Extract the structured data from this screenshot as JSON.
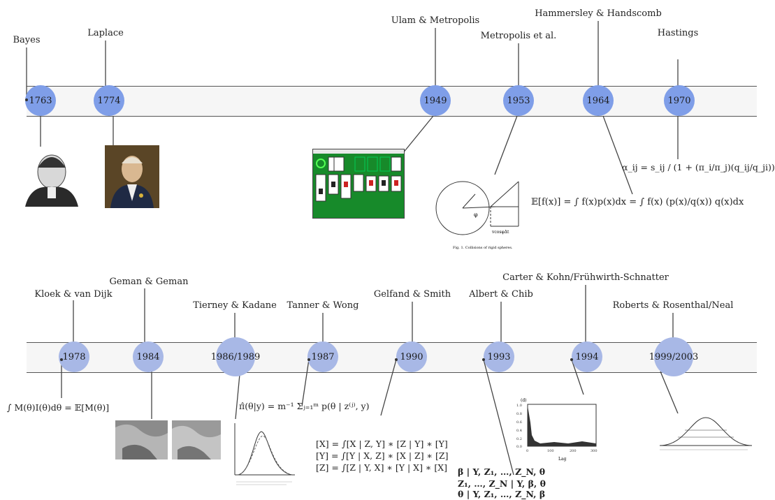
{
  "top_row": [
    {
      "label": "Bayes",
      "year": "1763"
    },
    {
      "label": "Laplace",
      "year": "1774"
    },
    {
      "label": "Ulam & Metropolis",
      "year": "1949"
    },
    {
      "label": "Metropolis et al.",
      "year": "1953"
    },
    {
      "label": "Hammersley & Handscomb",
      "year": "1964"
    },
    {
      "label": "Hastings",
      "year": "1970"
    }
  ],
  "bottom_row": [
    {
      "label": "Kloek & van Dijk",
      "year": "1978"
    },
    {
      "label": "Geman & Geman",
      "year": "1984"
    },
    {
      "label": "Tierney & Kadane",
      "year": "1986/1989"
    },
    {
      "label": "Tanner & Wong",
      "year": "1987"
    },
    {
      "label": "Gelfand & Smith",
      "year": "1990"
    },
    {
      "label": "Albert & Chib",
      "year": "1993"
    },
    {
      "label": "Carter & Kohn/Frühwirth-Schnatter",
      "year": "1994"
    },
    {
      "label": "Roberts & Rosenthal/Neal",
      "year": "1999/2003"
    }
  ],
  "equations": {
    "hastings_alpha": "α_ij = s_ij / (1 + (π_i/π_j)(q_ij/q_ji))",
    "importance": "𝔼[f(x)] = ∫ f(x)p(x)dx = ∫ f(x) (p(x)/q(x)) q(x)dx",
    "kloek": "∫ M(θ)I(θ)dθ = 𝔼[M(θ)]",
    "tierney": "π̂(θ|y) = m⁻¹ Σⱼ₌₁ᵐ p(θ | z⁽ʲ⁾, y)",
    "tanner_1": "[X] = ∫[X | Z, Y] ∗ [Z | Y] ∗ [Y]",
    "tanner_2": "[Y] = ∫[Y | X, Z] ∗ [X | Z] ∗ [Z]",
    "tanner_3": "[Z] = ∫[Z | Y, X] ∗ [Y | X] ∗ [X]",
    "albert_1": "β | Y, Z₁, …, Z_N, θ",
    "albert_2": "Z₁, …, Z_N | Y, β, θ",
    "albert_3": "θ | Y, Z₁, …, Z_N, β"
  },
  "figures": {
    "metropolis_caption": "Fig. 1. Collisions of rigid spheres.",
    "metropolis_angle": "φ",
    "metropolis_dist": "vcosφΔt",
    "acf_ylabel": "(d)",
    "acf_xlabel": "Lag",
    "acf_ticks_y": [
      "1.0",
      "0.8",
      "0.6",
      "0.4",
      "0.2",
      "0.0"
    ],
    "acf_ticks_x": [
      "0",
      "100",
      "200",
      "300"
    ]
  },
  "colors": {
    "node_top": "#7f9ee8",
    "node_bottom": "#a8b8e6",
    "band": "#f6f6f6",
    "solitaire_green": "#178a2a"
  }
}
